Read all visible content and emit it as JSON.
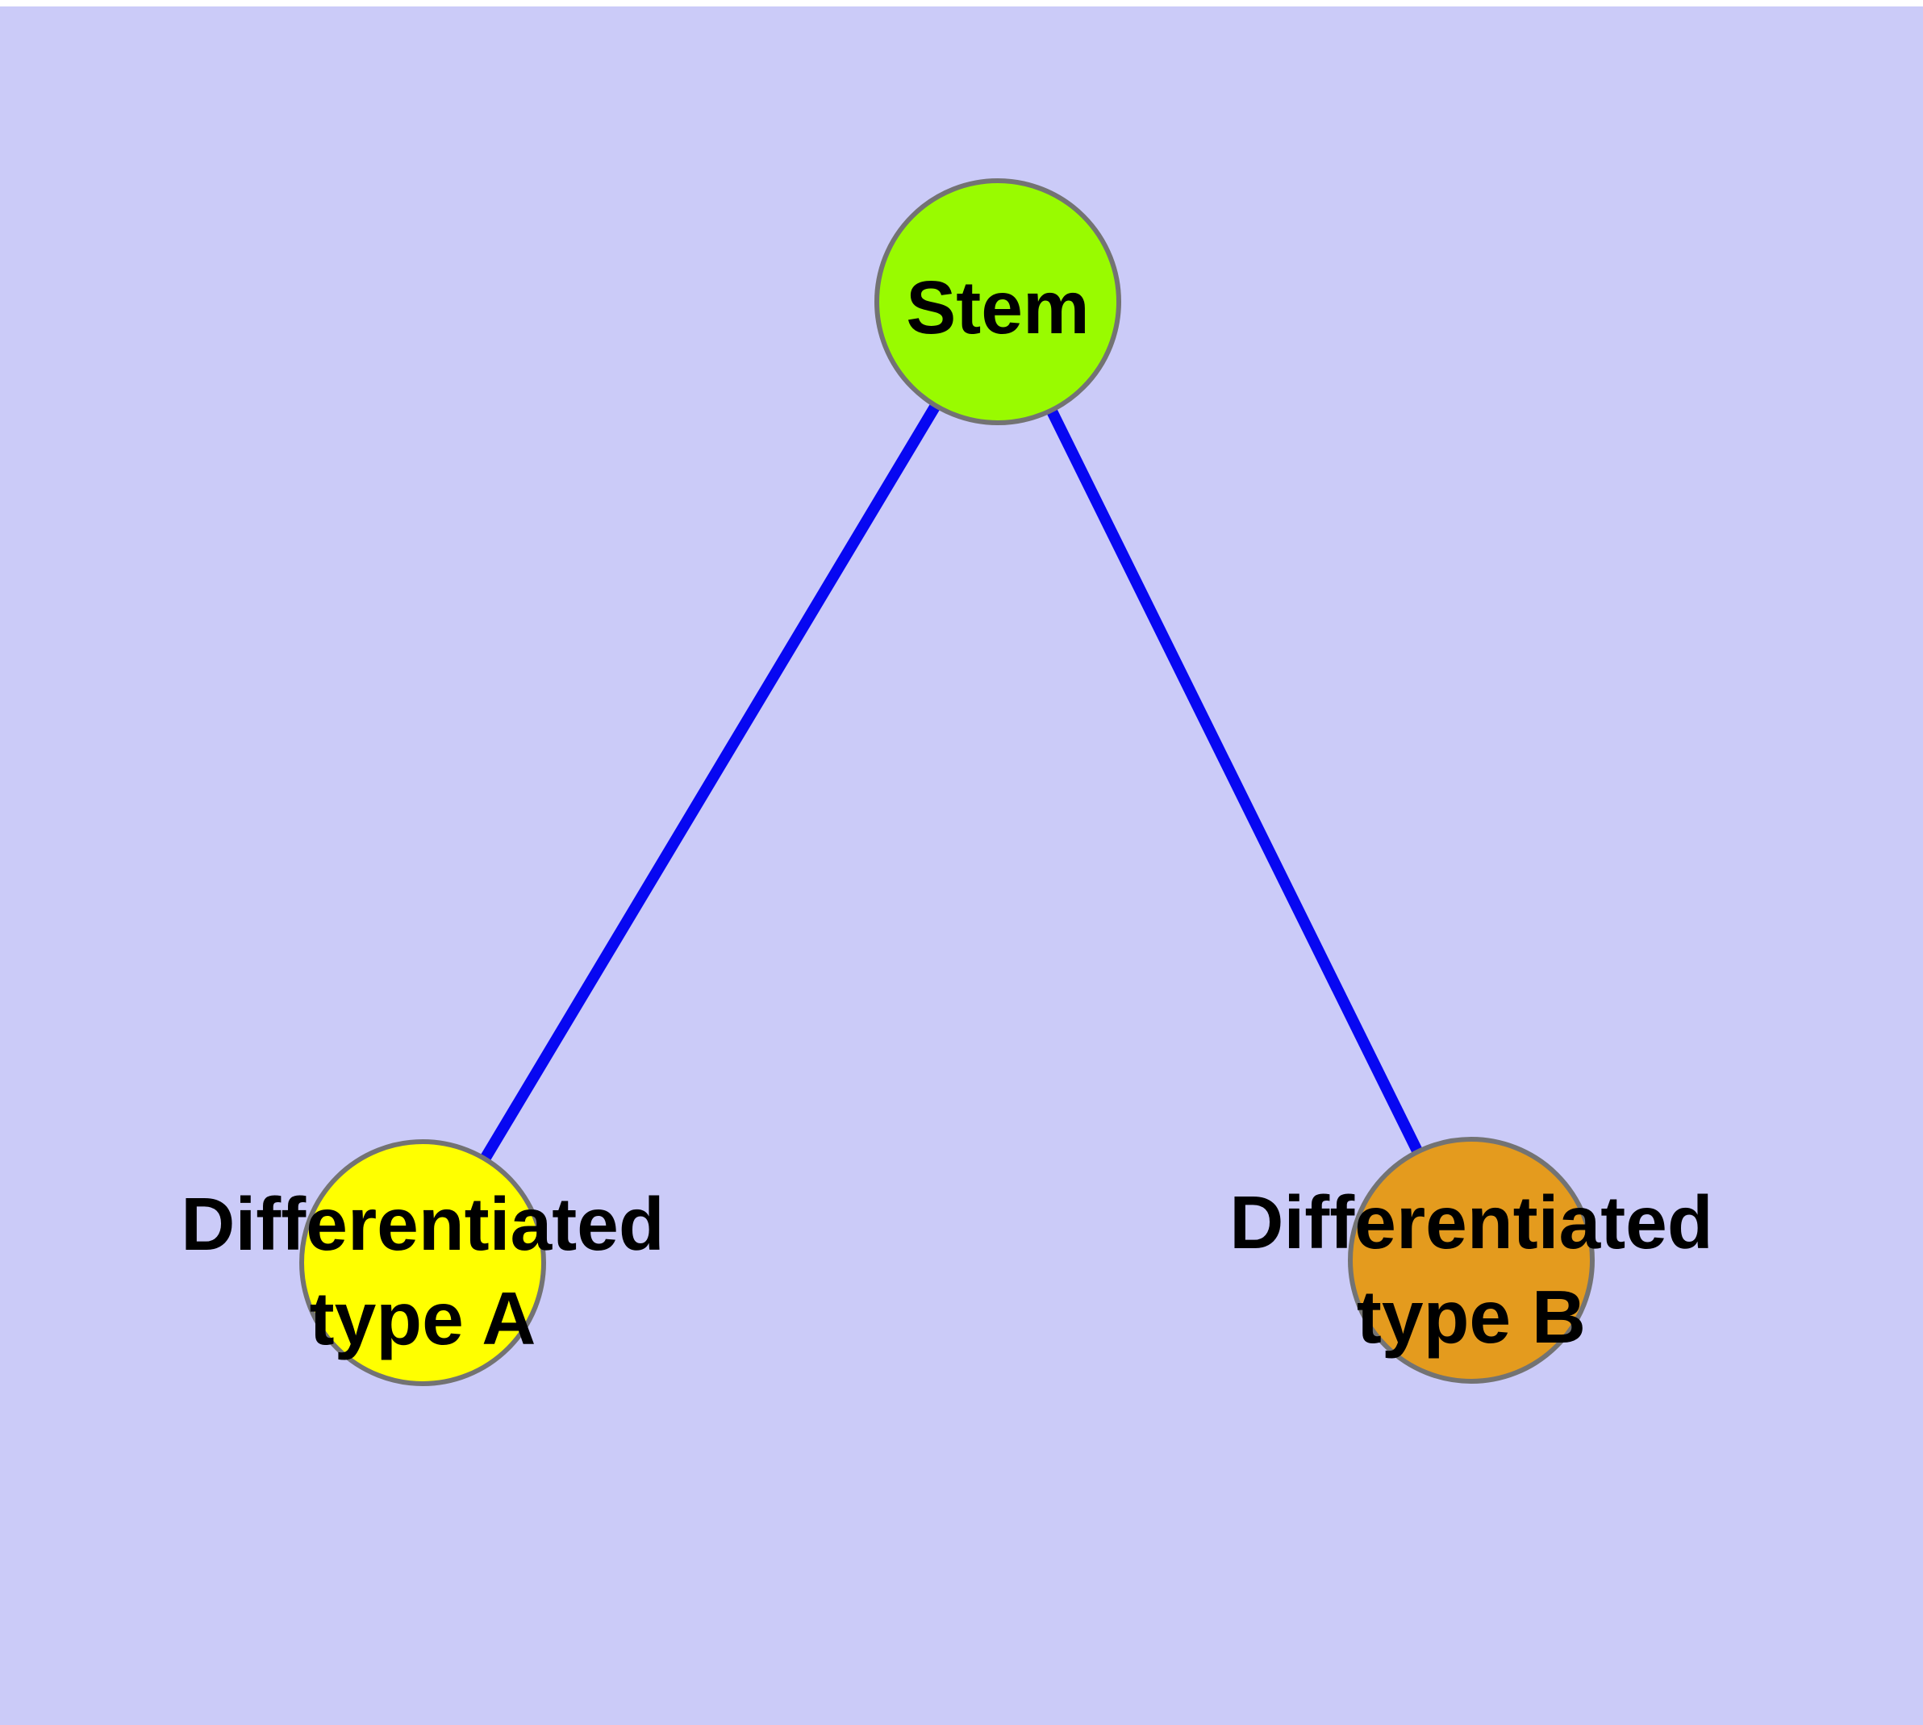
{
  "canvas": {
    "background_color": "#CBCBF8",
    "top_strip_color": "#FFFFFF"
  },
  "graph": {
    "text_color": "#000000",
    "node_border_color": "#737373",
    "edge_color": "#0707F2",
    "nodes": [
      {
        "id": "stem",
        "label_lines": [
          "Stem"
        ],
        "fill": "#99FB00"
      },
      {
        "id": "differentiated-type-a",
        "label_lines": [
          "Differentiated",
          "type A"
        ],
        "fill": "#FFFF00"
      },
      {
        "id": "differentiated-type-b",
        "label_lines": [
          "Differentiated",
          "type B"
        ],
        "fill": "#E49B1E"
      }
    ],
    "edges": [
      {
        "from": "stem",
        "to": "differentiated-type-a",
        "color": "#0707F2"
      },
      {
        "from": "stem",
        "to": "differentiated-type-b",
        "color": "#0707F2"
      }
    ]
  }
}
